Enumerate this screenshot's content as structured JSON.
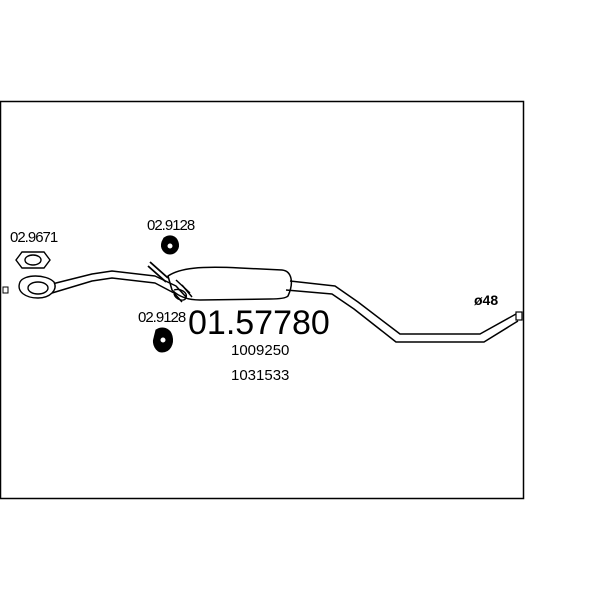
{
  "diagram": {
    "part_number": "01.57780",
    "oe_numbers": [
      "1009250",
      "1031533"
    ],
    "diameter_label": "ø48",
    "accessories": {
      "gasket": "02.9671",
      "hanger_top": "02.9128",
      "hanger_bottom": "02.9128"
    },
    "colors": {
      "line": "#000000",
      "background": "#ffffff"
    }
  }
}
